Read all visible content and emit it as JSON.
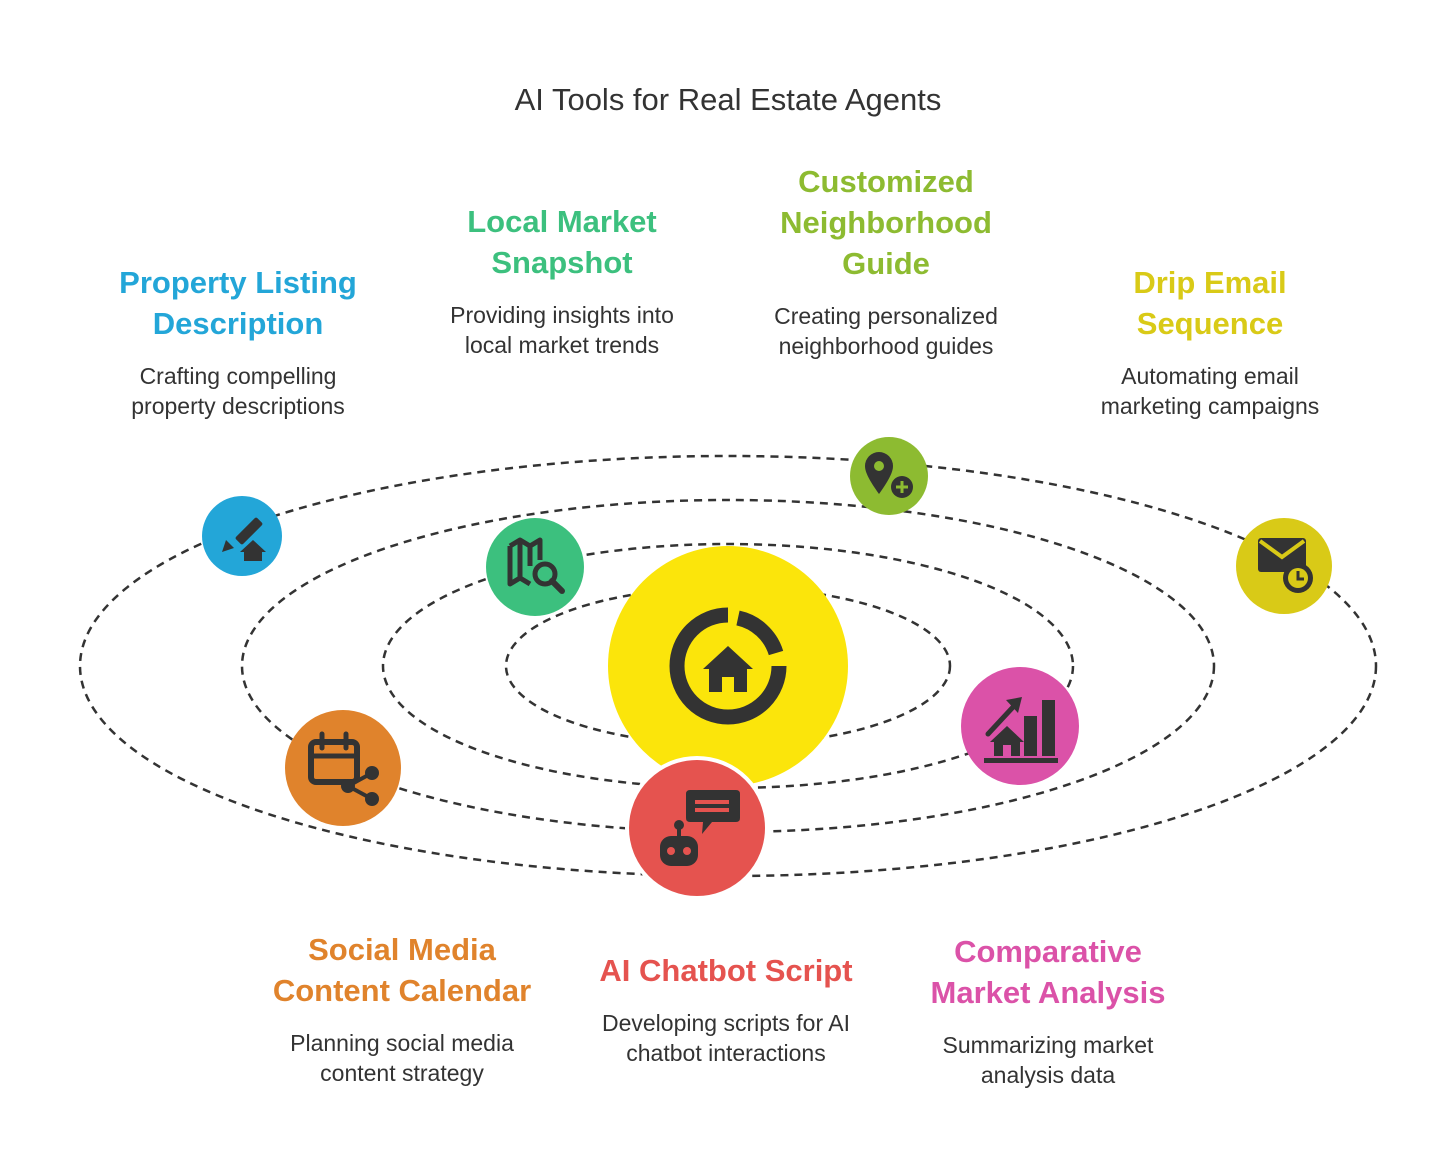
{
  "title": "AI Tools for Real Estate Agents",
  "tools": [
    {
      "key": "property",
      "title": "Property Listing\nDescription",
      "desc": "Crafting compelling\nproperty descriptions",
      "color": "#23a6d8",
      "icon": "pencil-house-icon"
    },
    {
      "key": "local",
      "title": "Local Market\nSnapshot",
      "desc": "Providing insights into\nlocal market trends",
      "color": "#3cc07e",
      "icon": "map-search-icon"
    },
    {
      "key": "neighborhood",
      "title": "Customized\nNeighborhood\nGuide",
      "desc": "Creating personalized\nneighborhood guides",
      "color": "#8dbb31",
      "icon": "location-plus-icon"
    },
    {
      "key": "drip",
      "title": "Drip Email\nSequence",
      "desc": "Automating email\nmarketing campaigns",
      "color": "#d9ca17",
      "icon": "mail-clock-icon"
    },
    {
      "key": "social",
      "title": "Social Media\nContent Calendar",
      "desc": "Planning social media\ncontent strategy",
      "color": "#e0832c",
      "icon": "calendar-share-icon"
    },
    {
      "key": "chatbot",
      "title": "AI Chatbot Script",
      "desc": "Developing scripts for AI\nchatbot interactions",
      "color": "#e5534f",
      "icon": "chatbot-icon"
    },
    {
      "key": "cma",
      "title": "Comparative\nMarket Analysis",
      "desc": "Summarizing market\nanalysis data",
      "color": "#db52a8",
      "icon": "chart-house-icon"
    }
  ],
  "center": {
    "color": "#fbe50b",
    "icon": "house-cycle-icon"
  },
  "icon_color": "#333333",
  "orbit_color": "#333333"
}
